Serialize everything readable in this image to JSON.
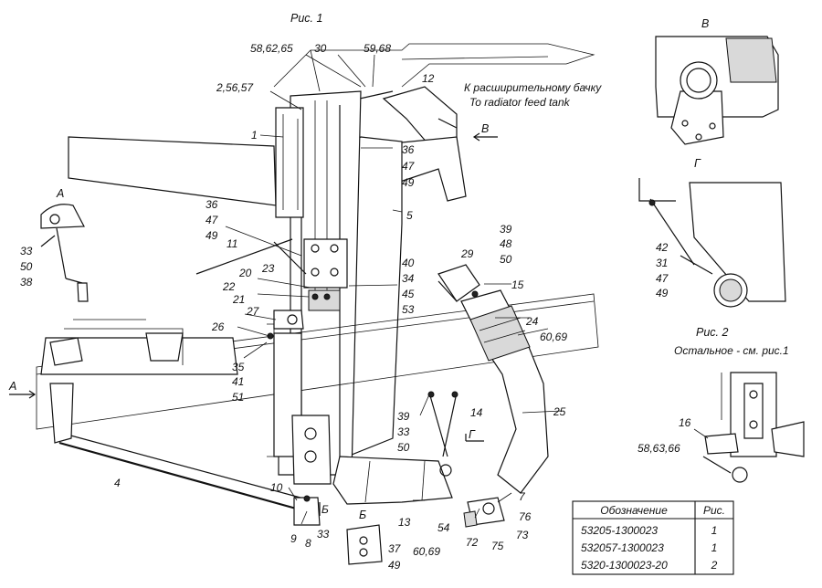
{
  "figure_titles": {
    "fig1": "Рис. 1",
    "fig2": "Рис. 2",
    "fig2_note": "Остальное - см. рис.1"
  },
  "destination": {
    "ru": "К расширительному бачку",
    "en": "To radiator feed tank"
  },
  "view_letters": {
    "A_left": "А",
    "A_arrow": "А",
    "B_arrow": "В",
    "B_view": "В",
    "G_view": "Г",
    "G_arrow": "Г",
    "Bsmall_arrow": "Б",
    "Bsmall_view": "Б"
  },
  "callouts": [
    "58,62,65",
    "30",
    "59,68",
    "12",
    "2,56,57",
    "1",
    "36",
    "47",
    "49",
    "5",
    "36",
    "47",
    "49",
    "11",
    "39",
    "48",
    "50",
    "29",
    "40",
    "34",
    "45",
    "53",
    "23",
    "20",
    "22",
    "21",
    "15",
    "27",
    "26",
    "24",
    "60,69",
    "35",
    "41",
    "51",
    "39",
    "33",
    "50",
    "14",
    "25",
    "10",
    "9",
    "8",
    "33",
    "13",
    "54",
    "60,69",
    "7",
    "76",
    "73",
    "72",
    "75",
    "37",
    "49",
    "4",
    "33",
    "50",
    "38",
    "42",
    "31",
    "47",
    "49",
    "16",
    "58,63,66"
  ],
  "table": {
    "headers": [
      "Обозначение",
      "Рис."
    ],
    "rows": [
      [
        "53205-1300023",
        "1"
      ],
      [
        "532057-1300023",
        "1"
      ],
      [
        "5320-1300023-20",
        "2"
      ]
    ]
  }
}
